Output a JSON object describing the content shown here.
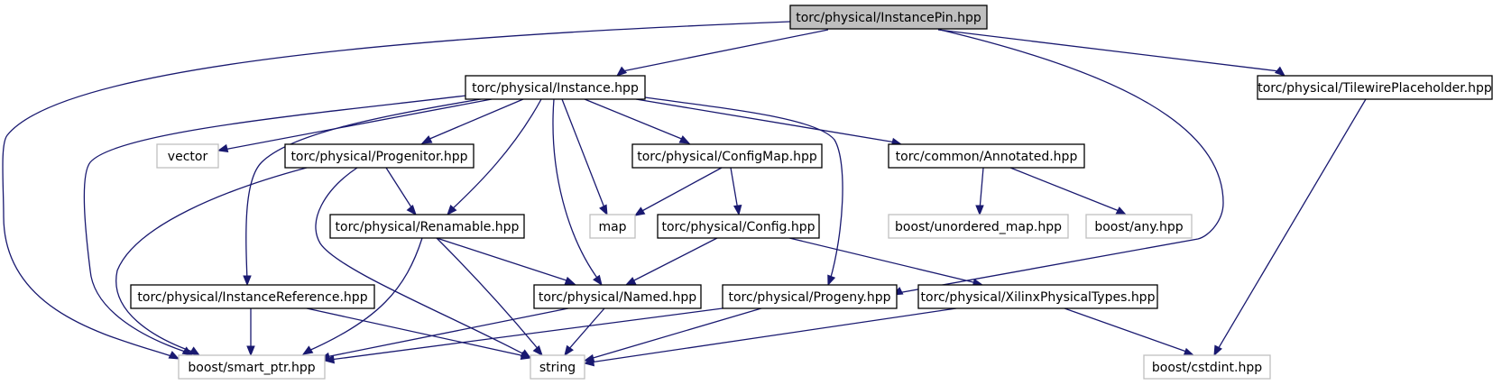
{
  "nodes": [
    {
      "id": "instancepin",
      "label": "torc/physical/InstancePin.hpp",
      "kind": "root"
    },
    {
      "id": "instance",
      "label": "torc/physical/Instance.hpp",
      "kind": "documented"
    },
    {
      "id": "tilewire",
      "label": "torc/physical/TilewirePlaceholder.hpp",
      "kind": "documented"
    },
    {
      "id": "vector",
      "label": "vector",
      "kind": "external"
    },
    {
      "id": "progenitor",
      "label": "torc/physical/Progenitor.hpp",
      "kind": "documented"
    },
    {
      "id": "configmap",
      "label": "torc/physical/ConfigMap.hpp",
      "kind": "documented"
    },
    {
      "id": "annotated",
      "label": "torc/common/Annotated.hpp",
      "kind": "documented"
    },
    {
      "id": "renamable",
      "label": "torc/physical/Renamable.hpp",
      "kind": "documented"
    },
    {
      "id": "map",
      "label": "map",
      "kind": "external"
    },
    {
      "id": "config",
      "label": "torc/physical/Config.hpp",
      "kind": "documented"
    },
    {
      "id": "unordered",
      "label": "boost/unordered_map.hpp",
      "kind": "external"
    },
    {
      "id": "any",
      "label": "boost/any.hpp",
      "kind": "external"
    },
    {
      "id": "instref",
      "label": "torc/physical/InstanceReference.hpp",
      "kind": "documented"
    },
    {
      "id": "named",
      "label": "torc/physical/Named.hpp",
      "kind": "documented"
    },
    {
      "id": "progeny",
      "label": "torc/physical/Progeny.hpp",
      "kind": "documented"
    },
    {
      "id": "xilinx",
      "label": "torc/physical/XilinxPhysicalTypes.hpp",
      "kind": "documented"
    },
    {
      "id": "smartptr",
      "label": "boost/smart_ptr.hpp",
      "kind": "external"
    },
    {
      "id": "string",
      "label": "string",
      "kind": "external"
    },
    {
      "id": "cstdint",
      "label": "boost/cstdint.hpp",
      "kind": "external"
    }
  ],
  "edges": [
    {
      "from": "instancepin",
      "to": "instance"
    },
    {
      "from": "instancepin",
      "to": "tilewire"
    },
    {
      "from": "instancepin",
      "to": "smartptr"
    },
    {
      "from": "instancepin",
      "to": "progeny"
    },
    {
      "from": "instance",
      "to": "vector"
    },
    {
      "from": "instance",
      "to": "progenitor"
    },
    {
      "from": "instance",
      "to": "configmap"
    },
    {
      "from": "instance",
      "to": "annotated"
    },
    {
      "from": "instance",
      "to": "renamable"
    },
    {
      "from": "instance",
      "to": "map"
    },
    {
      "from": "instance",
      "to": "named"
    },
    {
      "from": "instance",
      "to": "instref"
    },
    {
      "from": "instance",
      "to": "smartptr"
    },
    {
      "from": "instance",
      "to": "progeny"
    },
    {
      "from": "tilewire",
      "to": "cstdint"
    },
    {
      "from": "progenitor",
      "to": "renamable"
    },
    {
      "from": "progenitor",
      "to": "smartptr"
    },
    {
      "from": "progenitor",
      "to": "string"
    },
    {
      "from": "configmap",
      "to": "map"
    },
    {
      "from": "configmap",
      "to": "config"
    },
    {
      "from": "annotated",
      "to": "unordered"
    },
    {
      "from": "annotated",
      "to": "any"
    },
    {
      "from": "renamable",
      "to": "named"
    },
    {
      "from": "renamable",
      "to": "smartptr"
    },
    {
      "from": "renamable",
      "to": "string"
    },
    {
      "from": "config",
      "to": "named"
    },
    {
      "from": "config",
      "to": "xilinx"
    },
    {
      "from": "instref",
      "to": "smartptr"
    },
    {
      "from": "instref",
      "to": "string"
    },
    {
      "from": "named",
      "to": "smartptr"
    },
    {
      "from": "named",
      "to": "string"
    },
    {
      "from": "progeny",
      "to": "smartptr"
    },
    {
      "from": "progeny",
      "to": "string"
    },
    {
      "from": "xilinx",
      "to": "string"
    },
    {
      "from": "xilinx",
      "to": "cstdint"
    }
  ],
  "colors": {
    "root_fill": "#bfbfbf",
    "documented_stroke": "#000000",
    "external_stroke": "#bfbfbf",
    "edge": "#191970"
  }
}
